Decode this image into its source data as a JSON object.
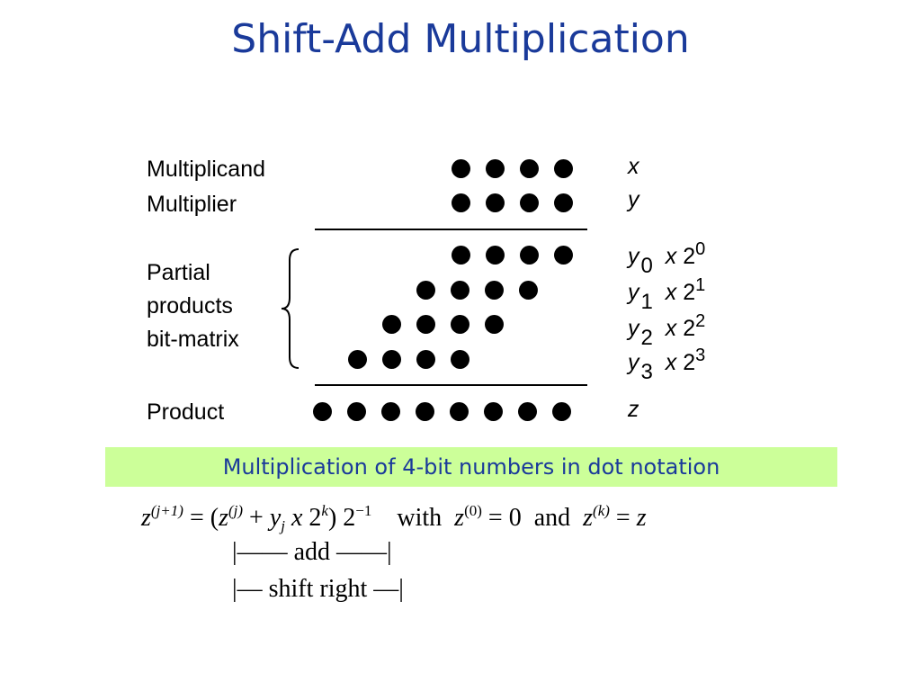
{
  "title": "Shift-Add Multiplication",
  "labels": {
    "multiplicand": "Multiplicand",
    "multiplier": "Multiplier",
    "partial_1": "Partial",
    "partial_2": "products",
    "partial_3": "bit-matrix",
    "product": "Product"
  },
  "terms": {
    "x": "x",
    "y": "y",
    "z": "z",
    "pp": [
      {
        "y": "y",
        "idx": "0",
        "x": "x",
        "base": "2",
        "exp": "0"
      },
      {
        "y": "y",
        "idx": "1",
        "x": "x",
        "base": "2",
        "exp": "1"
      },
      {
        "y": "y",
        "idx": "2",
        "x": "x",
        "base": "2",
        "exp": "2"
      },
      {
        "y": "y",
        "idx": "3",
        "x": "x",
        "base": "2",
        "exp": "3"
      }
    ]
  },
  "caption": "Multiplication of 4-bit numbers in dot notation",
  "formula": {
    "z": "z",
    "j_plus_1": "(j+1)",
    "equals": " =  (",
    "j": "(j)",
    "plus": " + ",
    "y": "y",
    "j_sub": "j",
    "x": " x ",
    "two": "2",
    "k": "k",
    "close": ") 2",
    "minus_one": "−1",
    "with": "with",
    "z0": "(0)",
    "eq_zero": " = 0",
    "and": "and",
    "zk": "(k)",
    "eq": " = "
  },
  "brackets": {
    "add": "|—— add ——|",
    "shift": "|— shift right —|"
  },
  "colors": {
    "title": "#1a3a9a",
    "caption_bg": "#ccff99"
  }
}
